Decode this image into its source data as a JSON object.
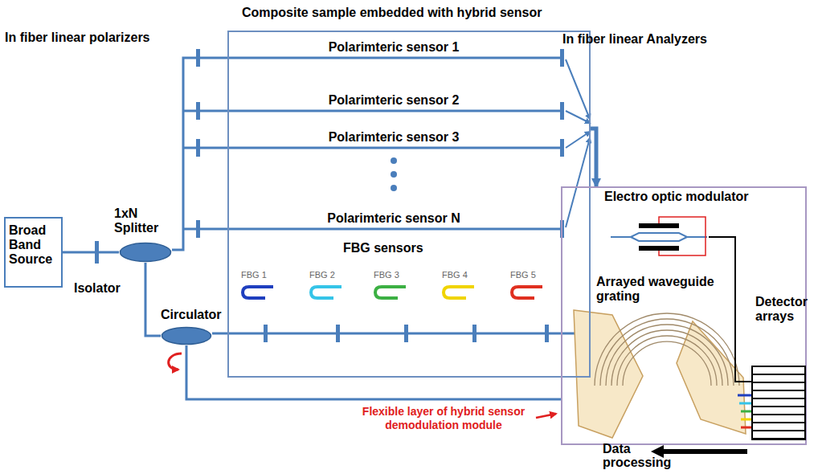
{
  "diagram": {
    "nodes": [
      {
        "text": [
          "Broad Band Source"
        ]
      },
      {
        "text": [
          "1xN Splitter"
        ]
      },
      {
        "text": [
          "Circulator"
        ]
      },
      {
        "text": [
          "Composite sample embedded with hybrid sensor"
        ]
      },
      {
        "text": [
          "Electro optic modulator",
          "Arrayed waveguide grating"
        ]
      },
      {
        "text": [
          "Detector arrays"
        ]
      }
    ],
    "edges": [
      {
        "from": 0,
        "to": 1,
        "arrow": "none"
      },
      {
        "from": 1,
        "to": 2,
        "arrow": "none"
      },
      {
        "from": 1,
        "to": 3,
        "arrow": "none"
      },
      {
        "from": 2,
        "to": 3,
        "arrow": "none"
      },
      {
        "from": 3,
        "to": 4,
        "arrow": "to"
      },
      {
        "from": 2,
        "to": 4,
        "arrow": "none"
      },
      {
        "from": 4,
        "to": 5,
        "arrow": "none"
      }
    ],
    "labels": [
      "In fiber linear polarizers",
      "In fiber linear Analyzers",
      "Polarimteric sensor 1",
      "Polarimteric sensor 2",
      "Polarimteric sensor 3",
      "Polarimteric sensor N",
      "Isolator",
      "FBG sensors",
      "FBG 1",
      "FBG 2",
      "FBG 3",
      "FBG 4",
      "FBG 5",
      "Flexible layer of hybrid sensor demodulation module",
      "Data processing"
    ]
  }
}
